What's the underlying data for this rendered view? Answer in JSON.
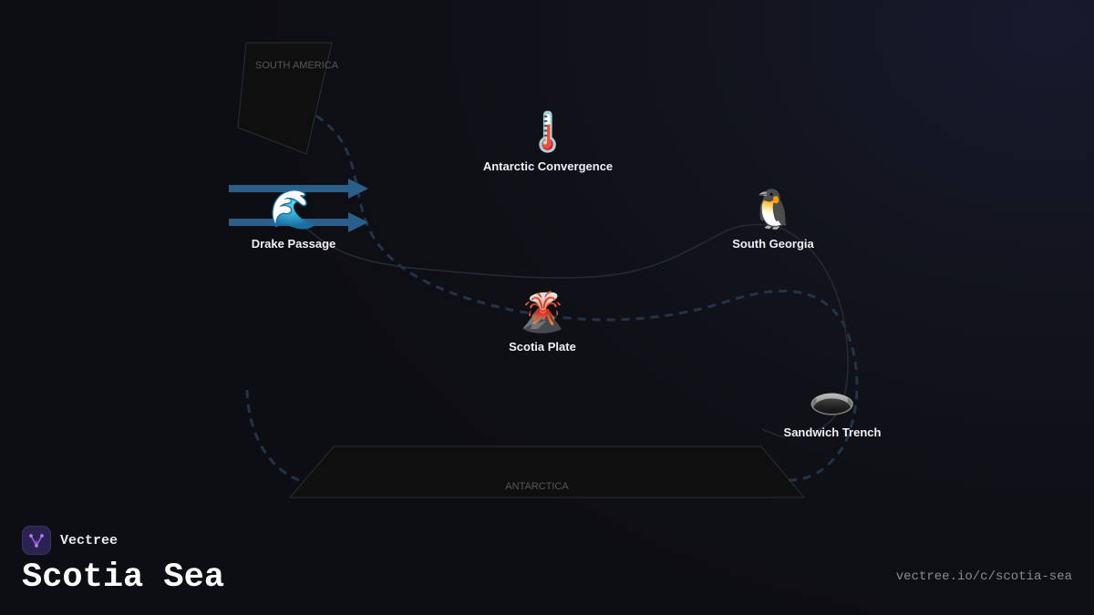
{
  "landmasses": {
    "south_america": "SOUTH AMERICA",
    "antarctica": "ANTARCTICA"
  },
  "nodes": [
    {
      "id": "drake",
      "icon": "wave-icon",
      "emoji": "🌊",
      "label": "Drake Passage"
    },
    {
      "id": "convergence",
      "icon": "thermometer-icon",
      "emoji": "🌡️",
      "label": "Antarctic Convergence"
    },
    {
      "id": "georgia",
      "icon": "penguin-icon",
      "emoji": "🐧",
      "label": "South Georgia"
    },
    {
      "id": "scotia",
      "icon": "volcano-icon",
      "emoji": "🌋",
      "label": "Scotia Plate"
    },
    {
      "id": "trench",
      "icon": "hole-icon",
      "emoji": "🕳️",
      "label": "Sandwich Trench"
    }
  ],
  "brand": {
    "name": "Vectree"
  },
  "title": "Scotia Sea",
  "url": "vectree.io/c/scotia-sea",
  "colors": {
    "current_arrow": "#2a5f8c",
    "dashed_path": "#243447",
    "thin_path": "#252b36"
  }
}
